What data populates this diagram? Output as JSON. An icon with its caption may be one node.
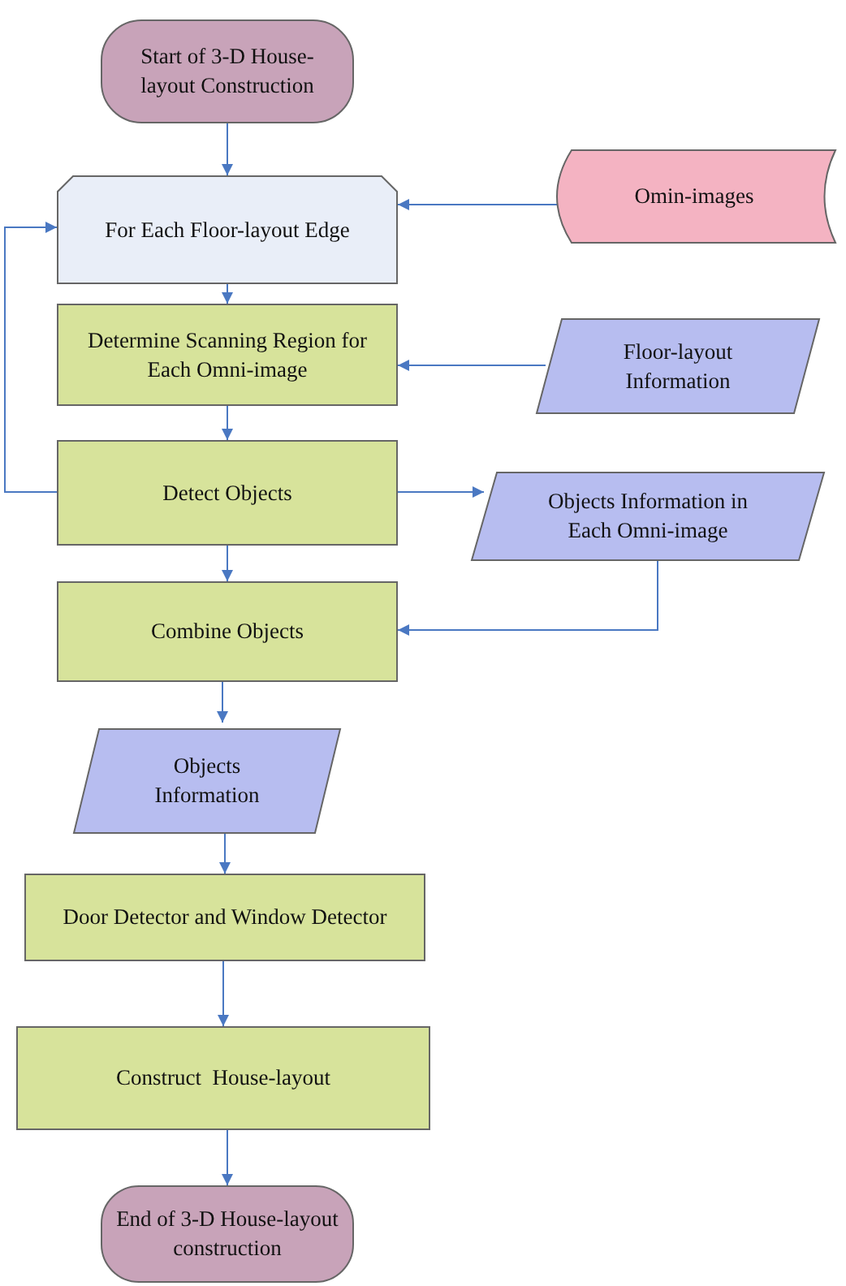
{
  "diagram": {
    "nodes": [
      {
        "text": [
          "Start of 3-D House-layout Construction"
        ]
      },
      {
        "text": [
          "For Each Floor-layout Edge"
        ]
      },
      {
        "text": [
          "Omin-images"
        ]
      },
      {
        "text": [
          "Determine Scanning Region for Each Omni-image"
        ]
      },
      {
        "text": [
          "Floor-layout Information"
        ]
      },
      {
        "text": [
          "Detect Objects"
        ]
      },
      {
        "text": [
          "Objects Information in Each Omni-image"
        ]
      },
      {
        "text": [
          "Combine Objects"
        ]
      },
      {
        "text": [
          "Objects Information"
        ]
      },
      {
        "text": [
          "Door Detector and Window Detector"
        ]
      },
      {
        "text": [
          "Construct  House-layout"
        ]
      },
      {
        "text": [
          "End of 3-D House-layout construction"
        ]
      }
    ],
    "edges": [
      {
        "from": 0,
        "to": 1,
        "arrow": "to"
      },
      {
        "from": 2,
        "to": 1,
        "arrow": "to"
      },
      {
        "from": 1,
        "to": 3,
        "arrow": "to"
      },
      {
        "from": 4,
        "to": 3,
        "arrow": "to"
      },
      {
        "from": 3,
        "to": 5,
        "arrow": "to"
      },
      {
        "from": 5,
        "to": 6,
        "arrow": "to"
      },
      {
        "from": 5,
        "to": 1,
        "arrow": "to"
      },
      {
        "from": 5,
        "to": 7,
        "arrow": "to"
      },
      {
        "from": 6,
        "to": 7,
        "arrow": "to"
      },
      {
        "from": 7,
        "to": 8,
        "arrow": "to"
      },
      {
        "from": 8,
        "to": 9,
        "arrow": "to"
      },
      {
        "from": 9,
        "to": 10,
        "arrow": "to"
      },
      {
        "from": 10,
        "to": 11,
        "arrow": "to"
      }
    ]
  }
}
